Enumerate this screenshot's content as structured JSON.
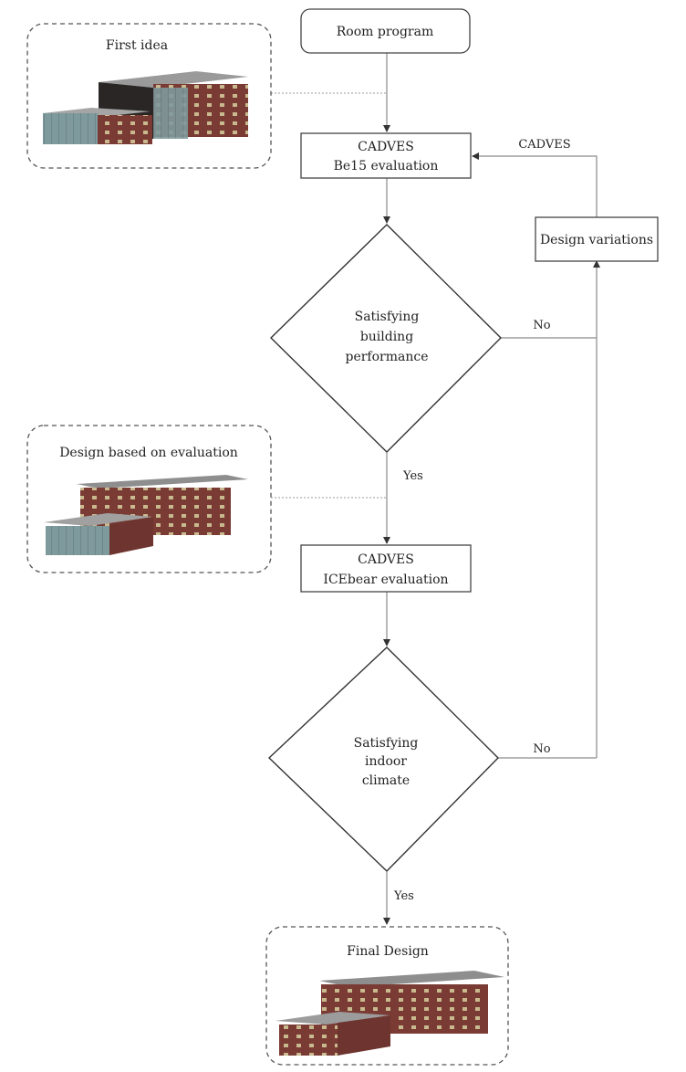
{
  "nodes": {
    "room_program": "Room program",
    "eval1_line1": "CADVES",
    "eval1_line2": "Be15 evaluation",
    "decision1": [
      "Satisfying",
      "building",
      "performance"
    ],
    "design_variations": "Design variations",
    "eval2_line1": "CADVES",
    "eval2_line2": "ICEbear evaluation",
    "decision2": [
      "Satisfying",
      "indoor",
      "climate"
    ]
  },
  "edges": {
    "loop_label": "CADVES",
    "no1": "No",
    "yes1": "Yes",
    "no2": "No",
    "yes2": "Yes"
  },
  "panels": {
    "first_idea": "First idea",
    "design_based": "Design based on evaluation",
    "final_design": "Final Design"
  },
  "colors": {
    "brick": "#7a3b34",
    "roof": "#8c8c8c",
    "glass": "#7f9a9c"
  }
}
